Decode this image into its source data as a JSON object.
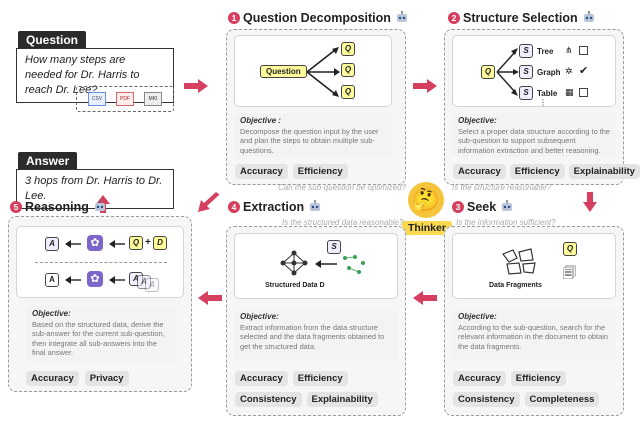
{
  "question": {
    "label": "Question",
    "text": "How many steps are needed for Dr. Harris to reach Dr. Lee?"
  },
  "answer": {
    "label": "Answer",
    "text": "3 hops from Dr. Harris to Dr. Lee."
  },
  "doc_icons": [
    "CSV",
    "PDF",
    "MKI"
  ],
  "thinker": {
    "label": "Thinker"
  },
  "stages": {
    "decomposition": {
      "num": "1",
      "title": "Question Decomposition",
      "center_label": "Question",
      "sub_q": "Q",
      "objective_label": "Objective :",
      "objective": "Decompose the question input by the user and plan the steps to obtain multiple sub-questions.",
      "tags": [
        "Accuracy",
        "Efficiency"
      ],
      "check_question": "Can the sub-question be optimized?"
    },
    "structure": {
      "num": "2",
      "title": "Structure Selection",
      "options": [
        "Tree",
        "Graph",
        "Table"
      ],
      "objective_label": "Objective:",
      "objective": "Select a proper data structure according to the sub-question to support subsequent information extraction and better reasoning.",
      "tags": [
        "Accuracy",
        "Efficiency",
        "Explainability"
      ],
      "check_question": "Is the structure reasonable?"
    },
    "seek": {
      "num": "3",
      "title": "Seek",
      "check_question": "Is the information sufficient?",
      "fragments_label": "Data Fragments",
      "objective_label": "Objective:",
      "objective": "According to the sub-question, search for the relevant information in the document to obtain the data fragments.",
      "tags": [
        "Accuracy",
        "Efficiency",
        "Consistency",
        "Completeness"
      ]
    },
    "extraction": {
      "num": "4",
      "title": "Extraction",
      "check_question": "Is the structured data reasonable?",
      "structured_label": "Structured Data D",
      "objective_label": "Objective:",
      "objective": "Extract information from the data structure selected and the data fragments obtained to get the structured data.",
      "tags": [
        "Accuracy",
        "Efficiency",
        "Consistency",
        "Explainability"
      ]
    },
    "reasoning": {
      "num": "5",
      "title": "Reasoning",
      "objective_label": "Objective:",
      "objective": "Based on the structured data, derive the sub-answer for the current sub-question, then integrate all sub-answers into the final answer.",
      "tags": [
        "Accuracy",
        "Privacy"
      ]
    }
  },
  "colors": {
    "accent": "#d63f5f",
    "panel_border": "#9a9a9a",
    "question_highlight": "#fffb9c"
  }
}
